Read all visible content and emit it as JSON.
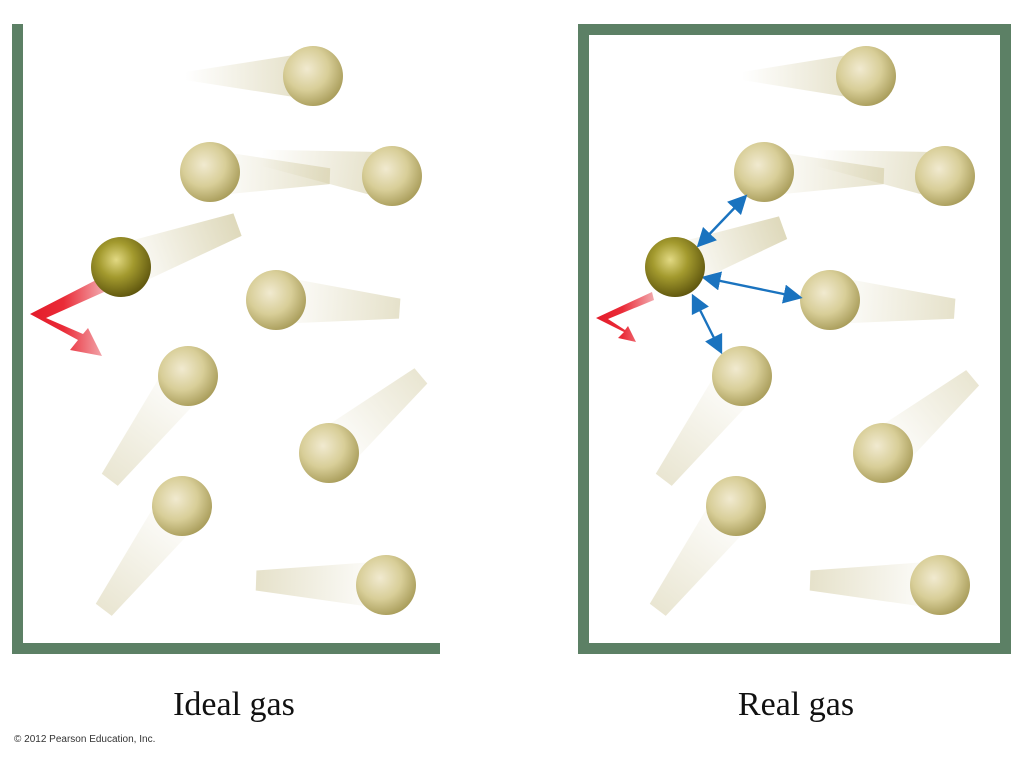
{
  "panels": [
    {
      "caption": "Ideal gas"
    },
    {
      "caption": "Real gas"
    }
  ],
  "copyright": "© 2012 Pearson Education, Inc.",
  "colors": {
    "wall": "#5c8065",
    "molecule": "#d4c98e",
    "molecule_dark": "#8a7d1c",
    "wall_collision_arrow": "#e8202e",
    "attraction_arrow": "#1a73bf"
  },
  "icons": [
    "molecule",
    "motion-trail",
    "wall-collision-arrow",
    "attraction-arrow"
  ]
}
